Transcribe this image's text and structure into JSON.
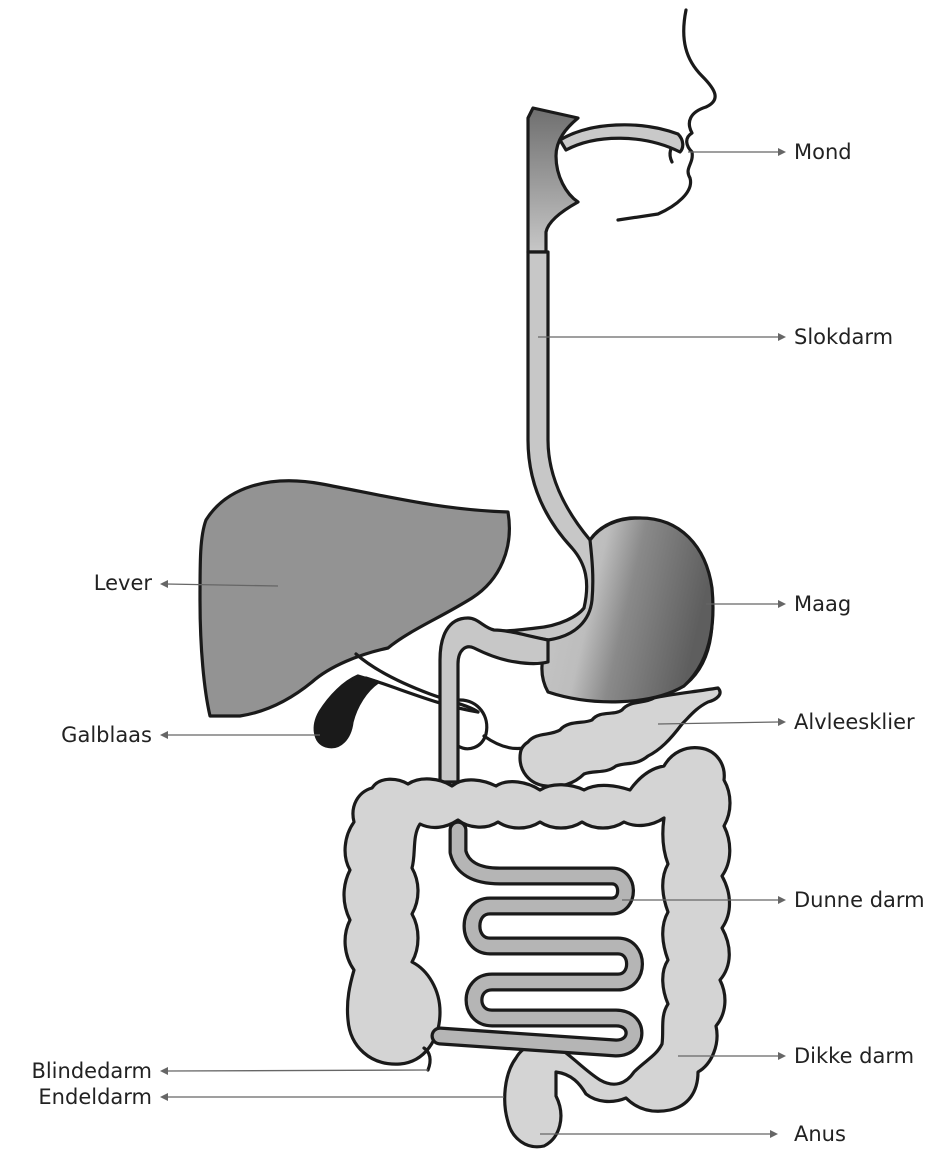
{
  "labels": {
    "mond": "Mond",
    "slokdarm": "Slokdarm",
    "lever": "Lever",
    "maag": "Maag",
    "galblaas": "Galblaas",
    "alvleesklier": "Alvleesklier",
    "dunne_darm": "Dunne darm",
    "dikke_darm": "Dikke darm",
    "blindedarm": "Blindedarm",
    "endeldarm": "Endeldarm",
    "anus": "Anus"
  },
  "colors": {
    "liver": "#939393",
    "light_organ": "#d4d4d4",
    "esophagus": "#c7c7c7",
    "small_intestine": "#b5b5b5",
    "gallbladder": "#1a1a1a",
    "outline": "#1a1a1a",
    "leader_line": "#666666"
  }
}
